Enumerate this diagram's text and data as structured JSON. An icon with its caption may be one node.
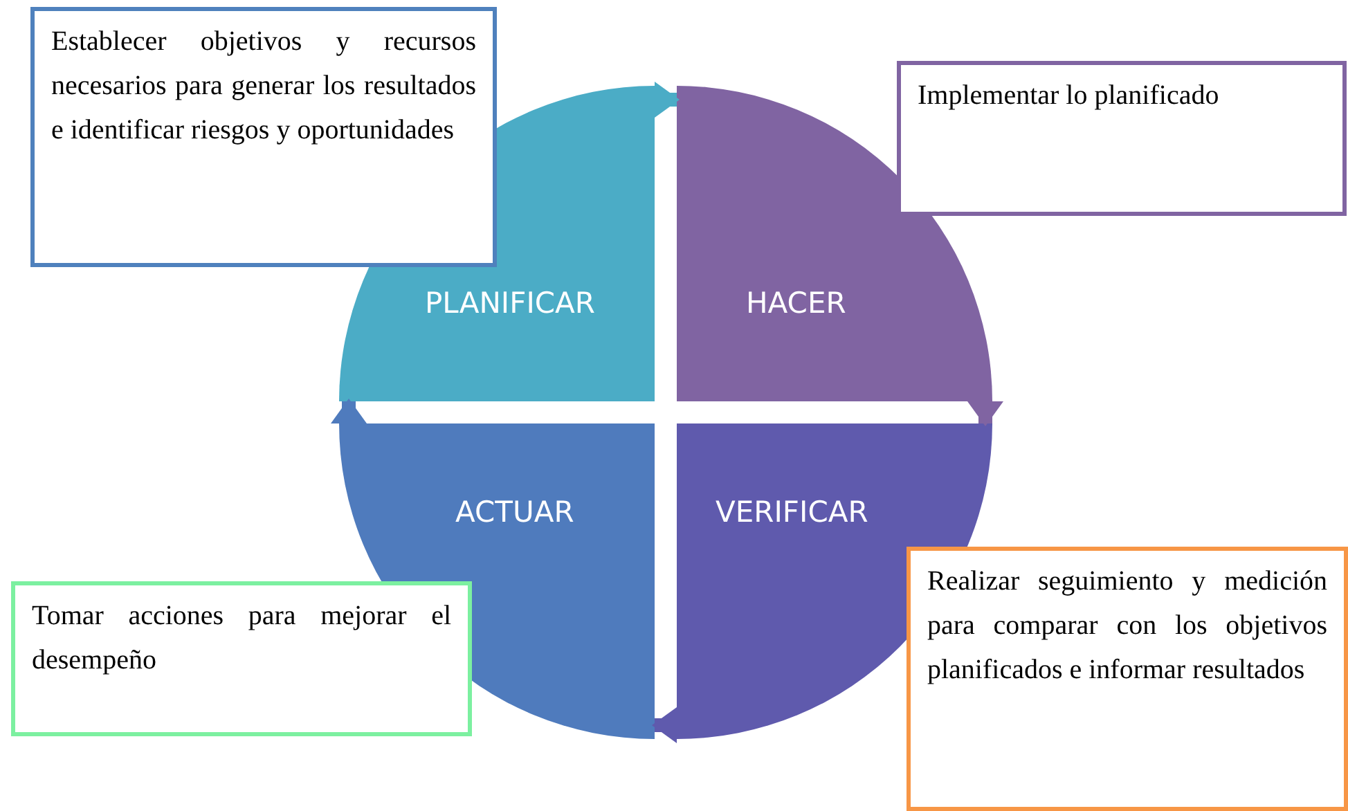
{
  "diagram": {
    "nodes": [
      {
        "text": [
          "Establecer objetivos y recursos necesarios para generar los resultados e identificar riesgos y oportunidades"
        ]
      },
      {
        "text": [
          "Implementar lo planificado"
        ]
      },
      {
        "text": [
          "PLANIFICAR"
        ]
      },
      {
        "text": [
          "HACER"
        ]
      },
      {
        "text": [
          "ACTUAR"
        ]
      },
      {
        "text": [
          "VERIFICAR"
        ]
      },
      {
        "text": [
          "Tomar acciones para mejorar el desempeño"
        ]
      },
      {
        "text": [
          "Realizar seguimiento y medición para comparar con los objetivos planificados e informar resultados"
        ]
      }
    ],
    "edges": [
      {
        "from": 2,
        "to": 3,
        "arrow": "to"
      },
      {
        "from": 3,
        "to": 5,
        "arrow": "to"
      },
      {
        "from": 5,
        "to": 4,
        "arrow": "to"
      },
      {
        "from": 4,
        "to": 2,
        "arrow": "to"
      }
    ]
  }
}
